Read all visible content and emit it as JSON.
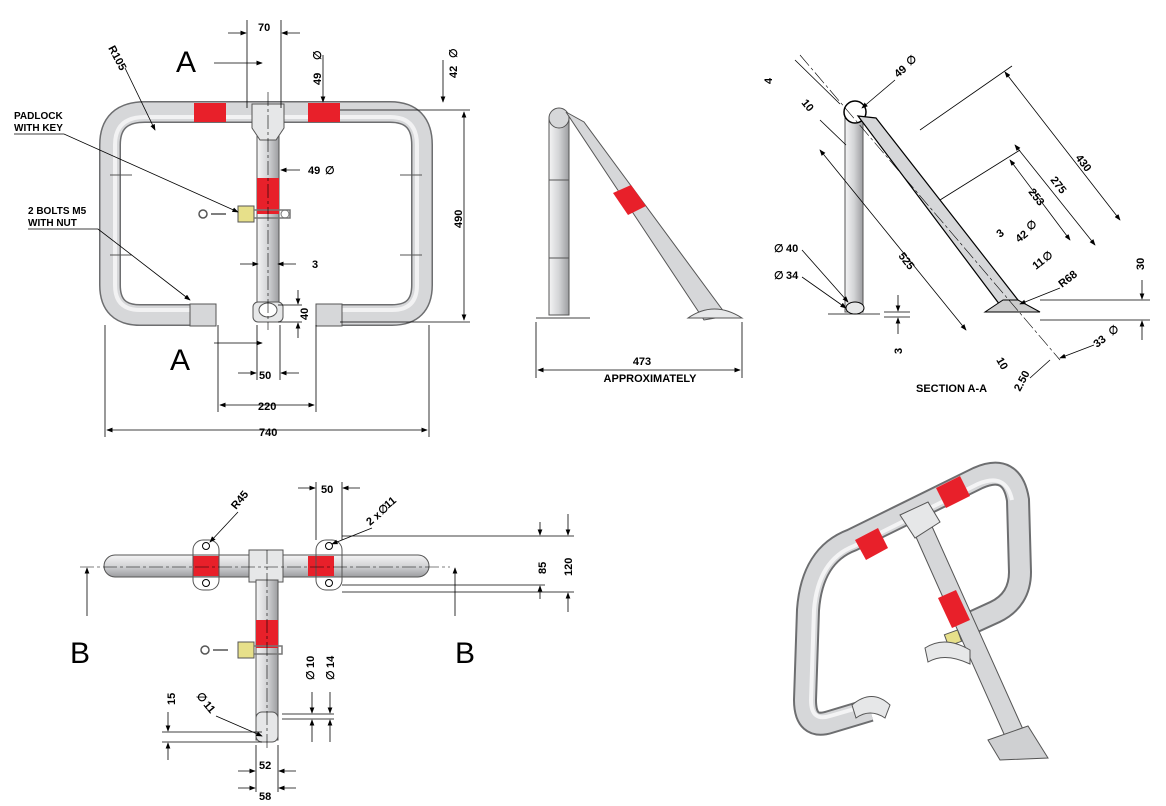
{
  "colors": {
    "tube": "#d6d7d9",
    "tube_edge": "#6d6e70",
    "stripe": "#e8202a",
    "padlock": "#e7e08a",
    "line": "#000000"
  },
  "views": {
    "front": {
      "name": "front view",
      "section_marks": [
        "A",
        "A"
      ],
      "dims": {
        "d70": "70",
        "d49a": "49",
        "d42": "42",
        "d49b": "49",
        "d490": "490",
        "d3": "3",
        "d40": "40",
        "d50": "50",
        "d220": "220",
        "d740": "740",
        "r105": "R105"
      },
      "dia_symbol": "∅",
      "notes": {
        "padlock_1": "PADLOCK",
        "padlock_2": "WITH KEY",
        "bolts_1": "2 BOLTS M5",
        "bolts_2": "WITH NUT"
      }
    },
    "side": {
      "name": "side view",
      "dims": {
        "d473": "473",
        "approx": "APPROXIMATELY"
      }
    },
    "section": {
      "name": "section A-A",
      "title": "SECTION A-A",
      "dims": {
        "d4": "4",
        "d49": "49",
        "d10a": "10",
        "d430": "430",
        "d275": "275",
        "d253": "253",
        "d3a": "3",
        "d42": "42",
        "d11": "11",
        "d525": "525",
        "r68": "R68",
        "d40": "40",
        "d34": "34",
        "d30": "30",
        "d3b": "3",
        "d10b": "10",
        "d33": "33",
        "d250": "2.50"
      }
    },
    "top": {
      "name": "top view",
      "section_marks": [
        "B",
        "B"
      ],
      "dims": {
        "d50": "50",
        "d2x11": "2 x",
        "d11": "11",
        "r45": "R45",
        "d85": "85",
        "d120": "120",
        "d10": "10",
        "d14": "14",
        "d15": "15",
        "d11b": "11",
        "d52": "52",
        "d58": "58"
      }
    },
    "iso": {
      "name": "isometric view"
    }
  }
}
